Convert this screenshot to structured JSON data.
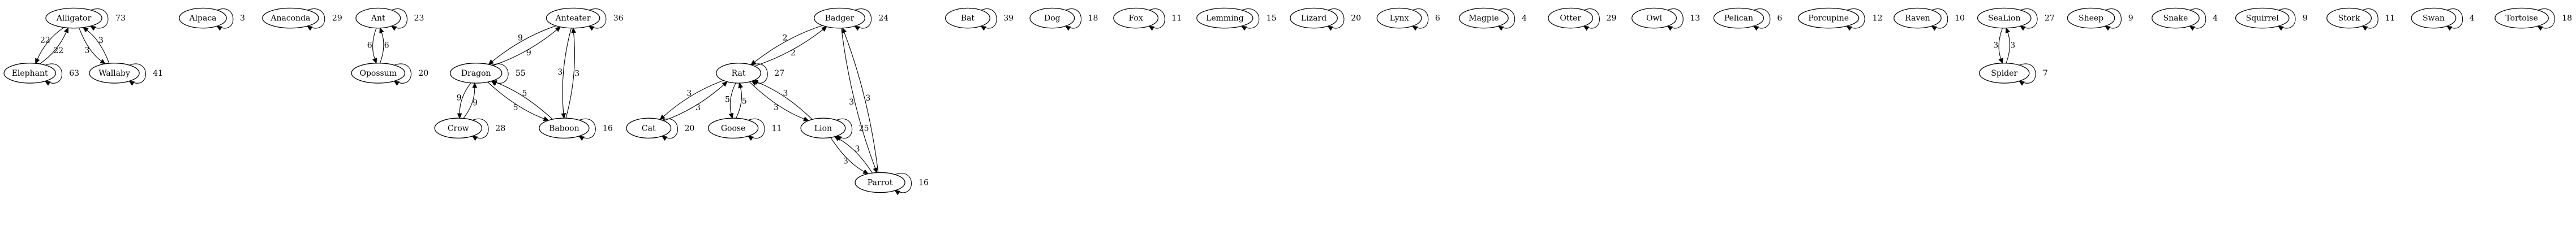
{
  "nodes": [
    {
      "id": "Alligator",
      "label": "Alligator",
      "self_loop": "73"
    },
    {
      "id": "Elephant",
      "label": "Elephant",
      "self_loop": "63"
    },
    {
      "id": "Wallaby",
      "label": "Wallaby",
      "self_loop": "41"
    },
    {
      "id": "Alpaca",
      "label": "Alpaca",
      "self_loop": "3"
    },
    {
      "id": "Anaconda",
      "label": "Anaconda",
      "self_loop": "29"
    },
    {
      "id": "Ant",
      "label": "Ant",
      "self_loop": "23"
    },
    {
      "id": "Opossum",
      "label": "Opossum",
      "self_loop": "20"
    },
    {
      "id": "Anteater",
      "label": "Anteater",
      "self_loop": "36"
    },
    {
      "id": "Dragon",
      "label": "Dragon",
      "self_loop": "55"
    },
    {
      "id": "Crow",
      "label": "Crow",
      "self_loop": "28"
    },
    {
      "id": "Baboon",
      "label": "Baboon",
      "self_loop": "16"
    },
    {
      "id": "Badger",
      "label": "Badger",
      "self_loop": "24"
    },
    {
      "id": "Rat",
      "label": "Rat",
      "self_loop": "27"
    },
    {
      "id": "Cat",
      "label": "Cat",
      "self_loop": "20"
    },
    {
      "id": "Goose",
      "label": "Goose",
      "self_loop": "11"
    },
    {
      "id": "Lion",
      "label": "Lion",
      "self_loop": "25"
    },
    {
      "id": "Parrot",
      "label": "Parrot",
      "self_loop": "16"
    },
    {
      "id": "Bat",
      "label": "Bat",
      "self_loop": "39"
    },
    {
      "id": "Dog",
      "label": "Dog",
      "self_loop": "18"
    },
    {
      "id": "Fox",
      "label": "Fox",
      "self_loop": "11"
    },
    {
      "id": "Lemming",
      "label": "Lemming",
      "self_loop": "15"
    },
    {
      "id": "Lizard",
      "label": "Lizard",
      "self_loop": "20"
    },
    {
      "id": "Lynx",
      "label": "Lynx",
      "self_loop": "6"
    },
    {
      "id": "Magpie",
      "label": "Magpie",
      "self_loop": "4"
    },
    {
      "id": "Otter",
      "label": "Otter",
      "self_loop": "29"
    },
    {
      "id": "Owl",
      "label": "Owl",
      "self_loop": "13"
    },
    {
      "id": "Pelican",
      "label": "Pelican",
      "self_loop": "6"
    },
    {
      "id": "Porcupine",
      "label": "Porcupine",
      "self_loop": "12"
    },
    {
      "id": "Raven",
      "label": "Raven",
      "self_loop": "10"
    },
    {
      "id": "SeaLion",
      "label": "SeaLion",
      "self_loop": "27"
    },
    {
      "id": "Spider",
      "label": "Spider",
      "self_loop": "7"
    },
    {
      "id": "Sheep",
      "label": "Sheep",
      "self_loop": "9"
    },
    {
      "id": "Snake",
      "label": "Snake",
      "self_loop": "4"
    },
    {
      "id": "Squirrel",
      "label": "Squirrel",
      "self_loop": "9"
    },
    {
      "id": "Stork",
      "label": "Stork",
      "self_loop": "11"
    },
    {
      "id": "Swan",
      "label": "Swan",
      "self_loop": "4"
    },
    {
      "id": "Tortoise",
      "label": "Tortoise",
      "self_loop": "18"
    }
  ],
  "edges": [
    {
      "from": "Alligator",
      "to": "Elephant",
      "label": "22"
    },
    {
      "from": "Elephant",
      "to": "Alligator",
      "label": "22"
    },
    {
      "from": "Alligator",
      "to": "Wallaby",
      "label": "3"
    },
    {
      "from": "Wallaby",
      "to": "Alligator",
      "label": "3"
    },
    {
      "from": "Ant",
      "to": "Opossum",
      "label": "6"
    },
    {
      "from": "Opossum",
      "to": "Ant",
      "label": "6"
    },
    {
      "from": "Anteater",
      "to": "Dragon",
      "label": "9"
    },
    {
      "from": "Dragon",
      "to": "Anteater",
      "label": "9"
    },
    {
      "from": "Anteater",
      "to": "Baboon",
      "label": "3"
    },
    {
      "from": "Baboon",
      "to": "Anteater",
      "label": "3"
    },
    {
      "from": "Dragon",
      "to": "Crow",
      "label": "9"
    },
    {
      "from": "Crow",
      "to": "Dragon",
      "label": "9"
    },
    {
      "from": "Dragon",
      "to": "Baboon",
      "label": "5"
    },
    {
      "from": "Baboon",
      "to": "Dragon",
      "label": "5"
    },
    {
      "from": "Badger",
      "to": "Rat",
      "label": "2"
    },
    {
      "from": "Rat",
      "to": "Badger",
      "label": "2"
    },
    {
      "from": "Badger",
      "to": "Parrot",
      "label": "3"
    },
    {
      "from": "Parrot",
      "to": "Badger",
      "label": "3"
    },
    {
      "from": "Rat",
      "to": "Cat",
      "label": "3"
    },
    {
      "from": "Cat",
      "to": "Rat",
      "label": "3"
    },
    {
      "from": "Rat",
      "to": "Goose",
      "label": "5"
    },
    {
      "from": "Goose",
      "to": "Rat",
      "label": "5"
    },
    {
      "from": "Rat",
      "to": "Lion",
      "label": "3"
    },
    {
      "from": "Lion",
      "to": "Rat",
      "label": "3"
    },
    {
      "from": "Lion",
      "to": "Parrot",
      "label": "3"
    },
    {
      "from": "Parrot",
      "to": "Lion",
      "label": "3"
    },
    {
      "from": "SeaLion",
      "to": "Spider",
      "label": "3"
    },
    {
      "from": "Spider",
      "to": "SeaLion",
      "label": "3"
    }
  ]
}
